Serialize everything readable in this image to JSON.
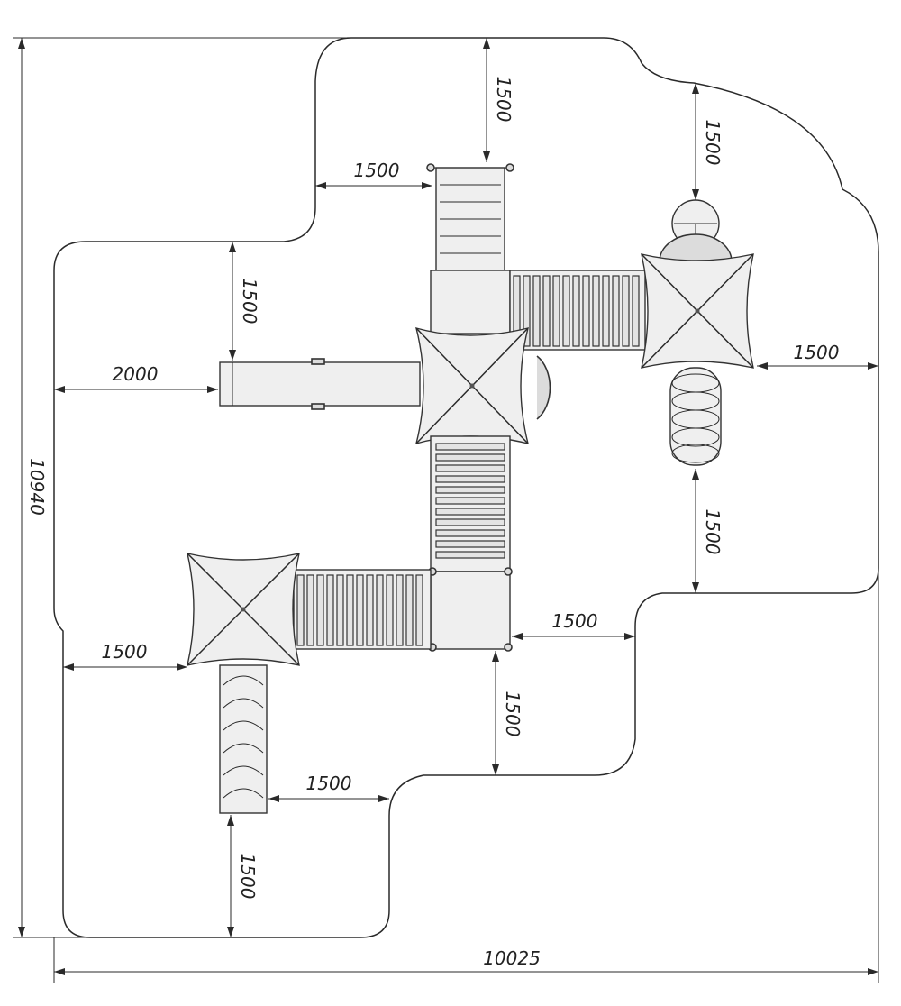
{
  "dimensions": {
    "overall_height": "10940",
    "overall_width": "10025",
    "top_clearance": "1500",
    "top_left_ladder": "1500",
    "top_right_clearance": "1500",
    "left_upper_clearance": "1500",
    "slide_left": "2000",
    "right_tower_side": "1500",
    "right_lower_clearance": "1500",
    "center_bottom_right": "1500",
    "bottom_left_side": "1500",
    "bottom_center_down": "1500",
    "bottom_ladder_right": "1500",
    "bottom_ladder_down": "1500"
  }
}
